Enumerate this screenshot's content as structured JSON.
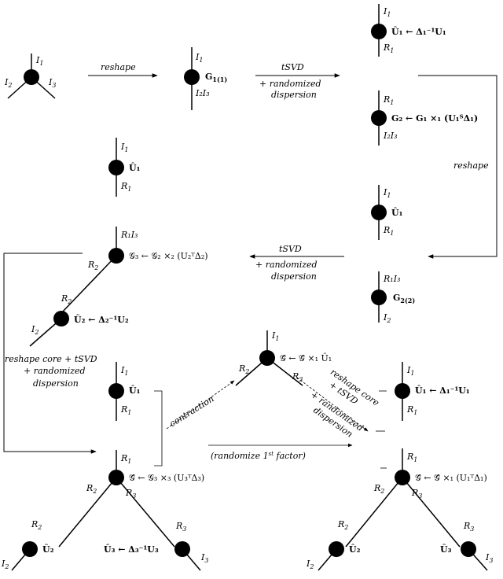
{
  "labels": {
    "i1": "I",
    "i2": "I",
    "i3": "I",
    "r1": "R",
    "r2": "R",
    "r3": "R",
    "sub1": "1",
    "sub2": "2",
    "sub3": "3"
  },
  "nodes": {
    "g1": "G",
    "g1_sub": "1(1)",
    "g1_dims": "I₂I₃",
    "u1": "Û₁ ← Δ₁⁻¹U₁",
    "g2": "G₂ ← G₁ ×₁ (U₁ᵀΔ₁)",
    "u1_hat": "Û₁",
    "g3": "𝒢₃ ← 𝒢₂ ×₂ (U₂ᵀΔ₂)",
    "g2_2": "G",
    "g2_2_sub": "2(2)",
    "u2": "Û₂ ← Δ₂⁻¹U₂",
    "ghat_top": "𝒢̂ ← 𝒢̂ ×₁ Û₁",
    "u1_right": "Û₁ ← Δ₁⁻¹U₁",
    "ghat_left": "𝒢̂ ← 𝒢₃ ×₃ (U₃ᵀΔ₃)",
    "ghat_right": "𝒢̂ ← 𝒢̂ ×₁ (U₁ᵀΔ₁)",
    "u2_hat": "Û₂",
    "u3": "Û₃ ← Δ₃⁻¹U₃",
    "u3_hat": "Û₃",
    "r1i3": "R₁I₃",
    "i2i3": "I₂I₃"
  },
  "arrows": {
    "reshape1": "reshape",
    "tsvd1_a": "tSVD",
    "tsvd1_b": "+ randomized",
    "tsvd1_c": "dispersion",
    "reshape2": "reshape",
    "tsvd2_a": "tSVD",
    "tsvd2_b": "+ randomized",
    "tsvd2_c": "dispersion",
    "core_a": "reshape core + tSVD",
    "core_b": "+ randomized",
    "core_c": "dispersion",
    "contraction": "contraction",
    "diag_a": "reshape core",
    "diag_b": "+ tSVD",
    "diag_c": "+ randomized",
    "diag_d": "dispersion",
    "randomize": "(randomize 1",
    "randomize_sup": "st",
    "randomize_end": " factor)"
  }
}
